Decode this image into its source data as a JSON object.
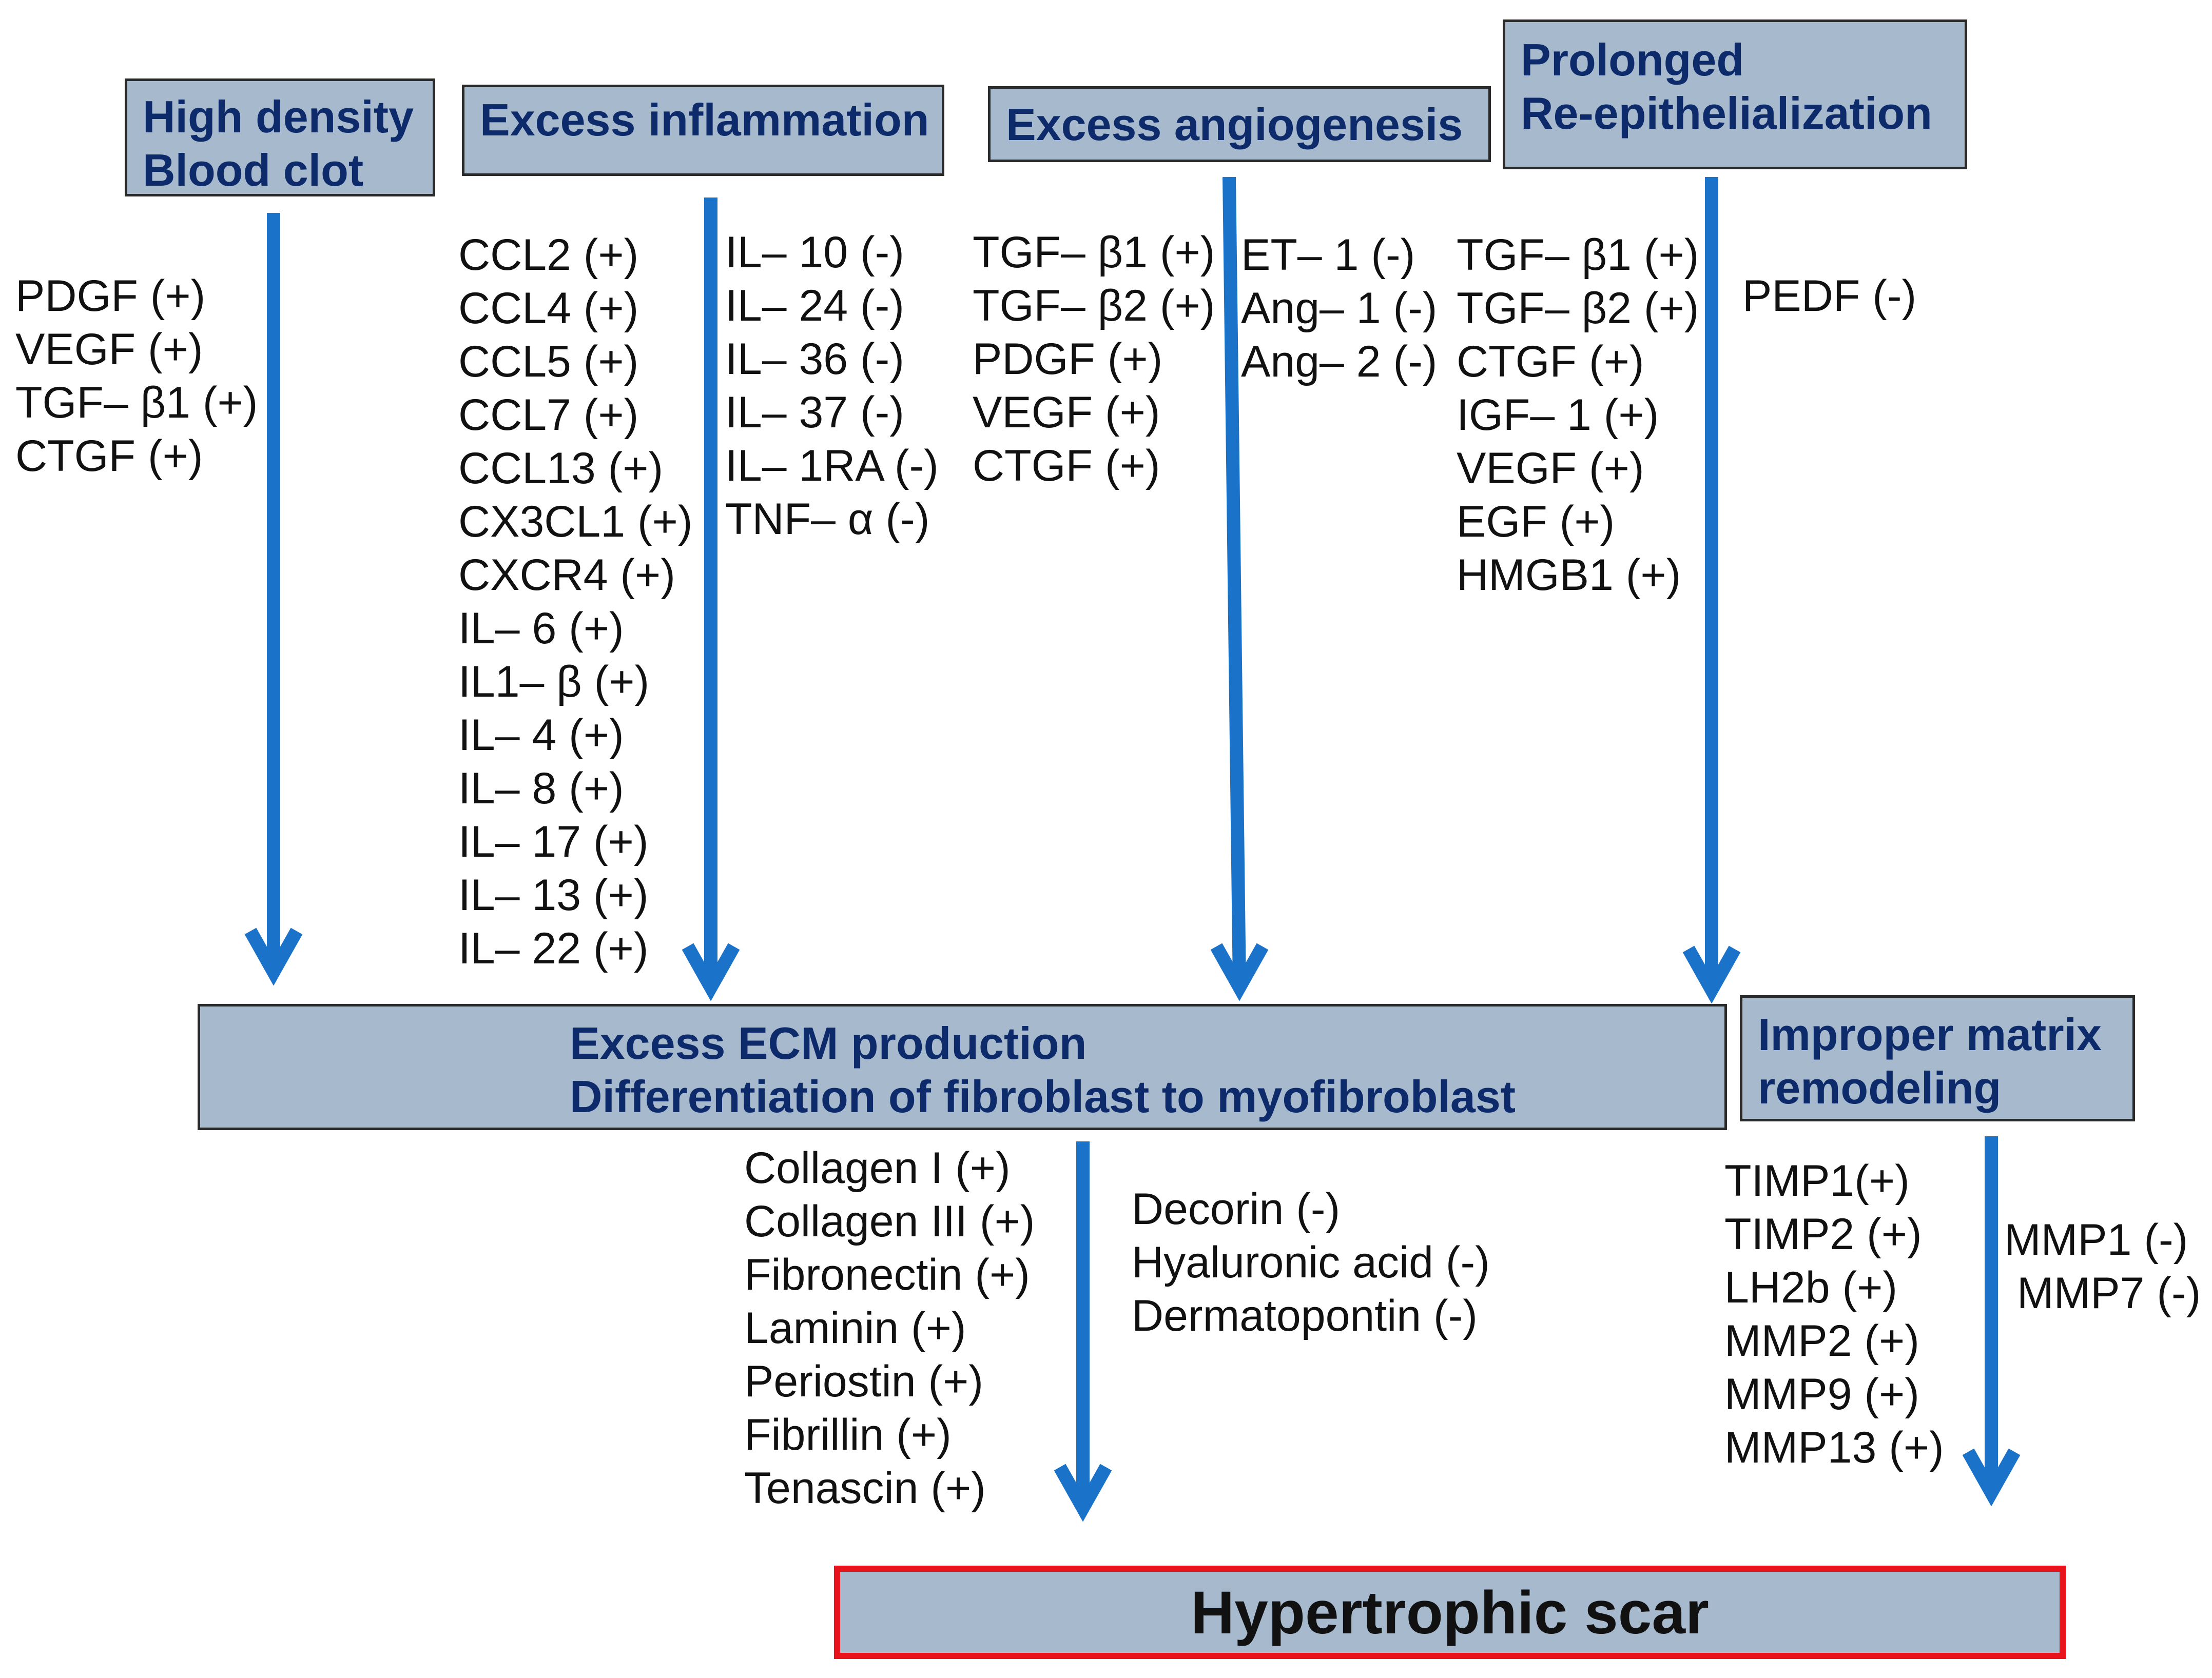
{
  "colors": {
    "box_fill": "#a6b9cd",
    "box_text": "#0d2a6b",
    "arrow": "#1a73c9",
    "final_border": "#e8131b"
  },
  "boxes": {
    "blood_clot": [
      "High density",
      "Blood clot"
    ],
    "inflammation": [
      "Excess inflammation"
    ],
    "angiogenesis": [
      "Excess angiogenesis"
    ],
    "reepithelialization": [
      "Prolonged",
      "Re-epithelialization"
    ],
    "ecm": [
      "Excess ECM production",
      "Differentiation of fibroblast to myofibroblast"
    ],
    "matrix": [
      "Improper matrix",
      "remodeling"
    ],
    "final": [
      "Hypertrophic scar"
    ]
  },
  "lists": {
    "clot": [
      "PDGF (+)",
      "VEGF (+)",
      "TGF– β1 (+)",
      "CTGF (+)"
    ],
    "inflam_pos": [
      "CCL2 (+)",
      "CCL4 (+)",
      "CCL5 (+)",
      "CCL7 (+)",
      "CCL13 (+)",
      "CX3CL1 (+)",
      "CXCR4 (+)",
      "IL– 6 (+)",
      "IL1– β (+)",
      "IL– 4 (+)",
      "IL– 8 (+)",
      "IL– 17 (+)",
      "IL– 13 (+)",
      "IL– 22 (+)"
    ],
    "inflam_neg": [
      "IL– 10 (-)",
      "IL– 24 (-)",
      "IL– 36 (-)",
      "IL– 37 (-)",
      "IL– 1RA (-)",
      "TNF– α (-)"
    ],
    "angio_pos": [
      "TGF– β1 (+)",
      "TGF– β2 (+)",
      "PDGF (+)",
      "VEGF (+)",
      "CTGF (+)"
    ],
    "angio_neg": [
      "ET– 1 (-)",
      "Ang– 1 (-)",
      "Ang– 2 (-)"
    ],
    "reepi_pos": [
      "TGF– β1 (+)",
      "TGF– β2 (+)",
      "CTGF (+)",
      "IGF– 1 (+)",
      "VEGF (+)",
      "EGF (+)",
      "HMGB1 (+)"
    ],
    "reepi_neg": [
      "PEDF (-)"
    ],
    "ecm_pos": [
      "Collagen I (+)",
      "Collagen III (+)",
      "Fibronectin (+)",
      "Laminin (+)",
      "Periostin (+)",
      "Fibrillin (+)",
      "Tenascin (+)"
    ],
    "ecm_neg": [
      "Decorin (-)",
      "Hyaluronic acid (-)",
      "Dermatopontin (-)"
    ],
    "matrix_pos": [
      "TIMP1(+)",
      "TIMP2 (+)",
      "LH2b (+)",
      "MMP2 (+)",
      "MMP9 (+)",
      "MMP13 (+)"
    ],
    "matrix_neg": [
      "MMP1 (-)",
      "MMP7 (-)"
    ]
  }
}
